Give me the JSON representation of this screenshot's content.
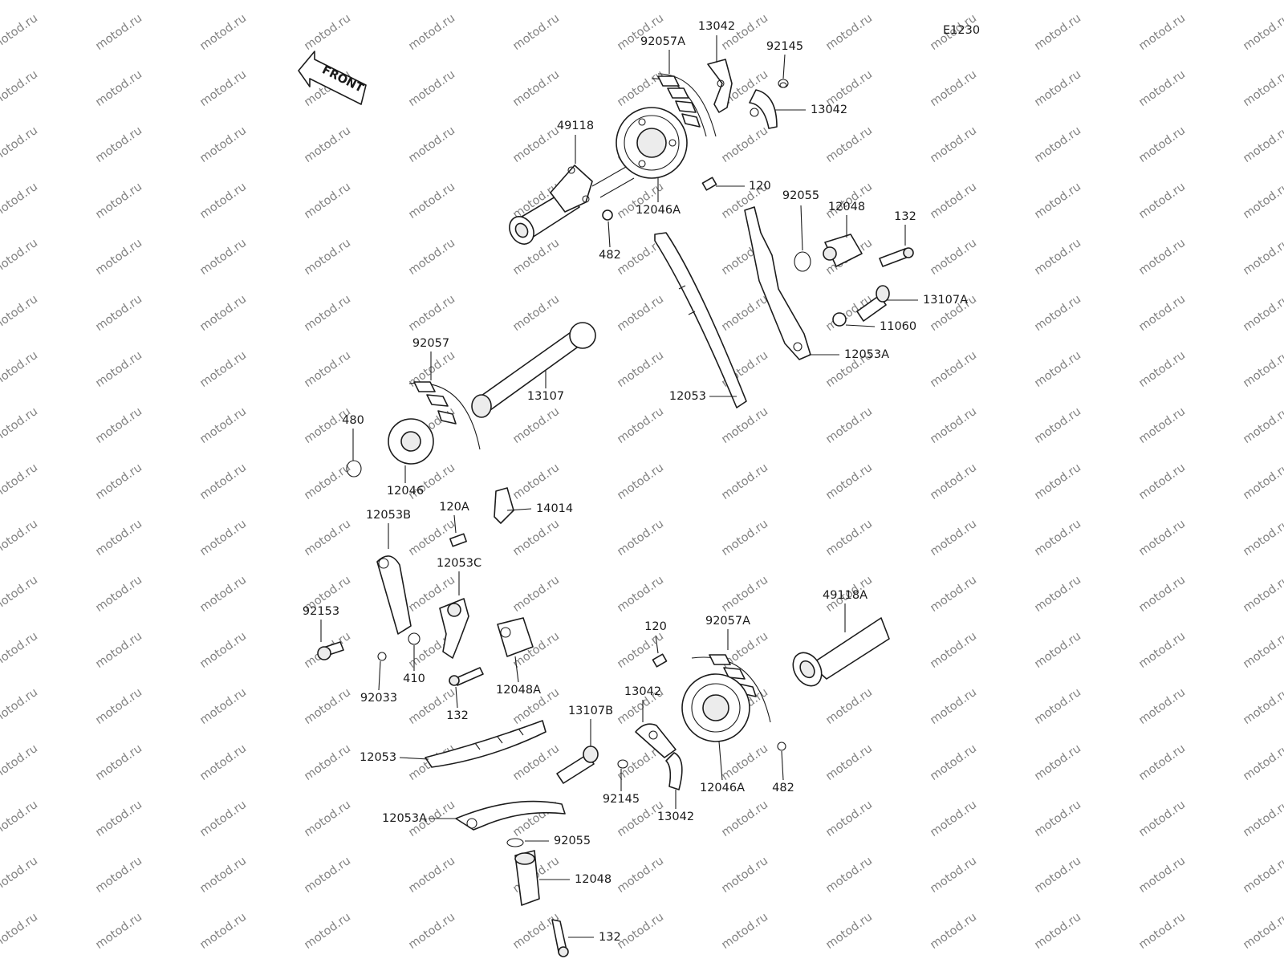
{
  "diagram": {
    "code": "E1230",
    "front_label": "FRONT",
    "watermark": "motod.ru",
    "parts": [
      {
        "id": "92057A-top",
        "label": "92057A"
      },
      {
        "id": "13042-top1",
        "label": "13042"
      },
      {
        "id": "92145-top",
        "label": "92145"
      },
      {
        "id": "13042-top2",
        "label": "13042"
      },
      {
        "id": "49118",
        "label": "49118"
      },
      {
        "id": "120-top",
        "label": "120"
      },
      {
        "id": "12046A-top",
        "label": "12046A"
      },
      {
        "id": "482-top",
        "label": "482"
      },
      {
        "id": "92055-top",
        "label": "92055"
      },
      {
        "id": "12048-top",
        "label": "12048"
      },
      {
        "id": "132-top",
        "label": "132"
      },
      {
        "id": "13107A",
        "label": "13107A"
      },
      {
        "id": "11060",
        "label": "11060"
      },
      {
        "id": "12053A-top",
        "label": "12053A"
      },
      {
        "id": "12053-top",
        "label": "12053"
      },
      {
        "id": "92057",
        "label": "92057"
      },
      {
        "id": "13107",
        "label": "13107"
      },
      {
        "id": "480",
        "label": "480"
      },
      {
        "id": "12046",
        "label": "12046"
      },
      {
        "id": "120A",
        "label": "120A"
      },
      {
        "id": "14014",
        "label": "14014"
      },
      {
        "id": "12053B",
        "label": "12053B"
      },
      {
        "id": "12053C",
        "label": "12053C"
      },
      {
        "id": "92153",
        "label": "92153"
      },
      {
        "id": "410",
        "label": "410"
      },
      {
        "id": "92033",
        "label": "92033"
      },
      {
        "id": "132-mid",
        "label": "132"
      },
      {
        "id": "12048A",
        "label": "12048A"
      },
      {
        "id": "49118A",
        "label": "49118A"
      },
      {
        "id": "120-bot",
        "label": "120"
      },
      {
        "id": "92057A-bot",
        "label": "92057A"
      },
      {
        "id": "13042-bot1",
        "label": "13042"
      },
      {
        "id": "13107B",
        "label": "13107B"
      },
      {
        "id": "12053-bot",
        "label": "12053"
      },
      {
        "id": "92145-bot",
        "label": "92145"
      },
      {
        "id": "13042-bot2",
        "label": "13042"
      },
      {
        "id": "12046A-bot",
        "label": "12046A"
      },
      {
        "id": "482-bot",
        "label": "482"
      },
      {
        "id": "12053A-bot",
        "label": "12053A"
      },
      {
        "id": "92055-bot",
        "label": "92055"
      },
      {
        "id": "12048-bot",
        "label": "12048"
      },
      {
        "id": "132-bot",
        "label": "132"
      }
    ]
  }
}
